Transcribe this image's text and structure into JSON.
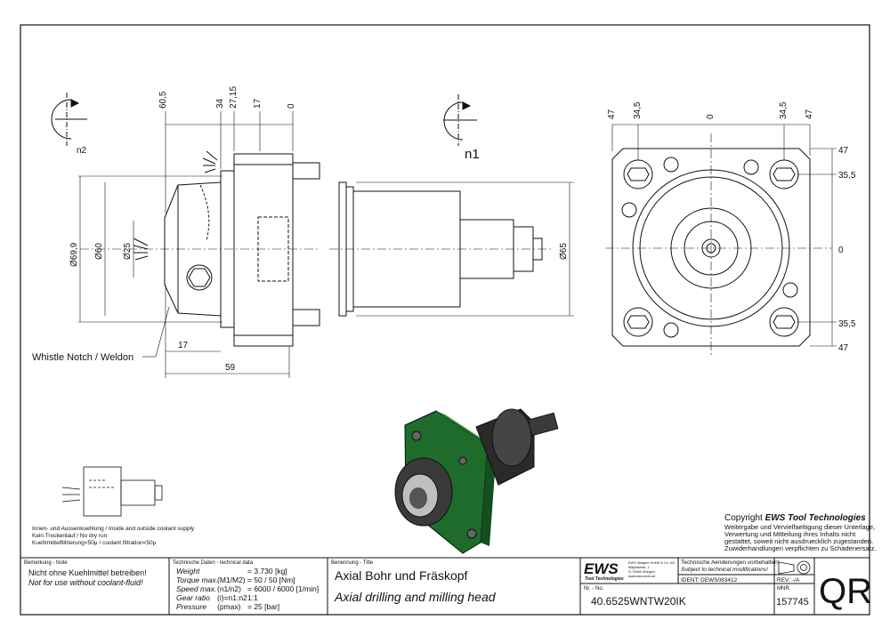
{
  "views": {
    "left": {
      "rotation_label": "n2",
      "dims_top": [
        "60,5",
        "34",
        "27,15",
        "17",
        "0"
      ],
      "dims_side": [
        "Ø69,9",
        "Ø60",
        "Ø25"
      ],
      "dim_17": "17",
      "dim_59": "59",
      "callout": "Whistle Notch / Weldon"
    },
    "middle": {
      "rotation_label": "n1",
      "dim_65": "Ø65"
    },
    "right": {
      "dims_top": [
        "47",
        "34,5",
        "0",
        "34,5",
        "47"
      ],
      "dims_right": [
        "47",
        "35,5",
        "0",
        "35,5",
        "47"
      ]
    }
  },
  "notes": {
    "line1": "Innen- und Aussenkuehlung / Inside and outside coolant supply",
    "line2": "Kein Trockenlauf / No dry run",
    "line3": "Kuehlmittelfiltrierung<50µ / coolant filtration<50µ"
  },
  "copyright": {
    "title_prefix": "Copyright ",
    "title_brand": "EWS Tool Technologies",
    "body": [
      "Weitergabe und Vervielfaeltigung dieser Unterlage,",
      "Verwertung und Mitteilung ihres Inhalts nicht",
      "gestattet, soweit nicht ausdruecklich zugestanden.",
      "Zuwiderhandlungen verpflichten zu Schadenersatz."
    ]
  },
  "title_block": {
    "remark_label": "Bemerkung - Note",
    "remark_de": "Nicht ohne Kuehlmittel betreiben!",
    "remark_en": "Not for use without coolant-fluid!",
    "tech_label": "Technische Daten - technical data",
    "tech_rows": [
      {
        "name": "Weight",
        "sym": "",
        "val": "3.730 [kg]"
      },
      {
        "name": "Torque max.",
        "sym": "(M1/M2)",
        "val": "50 / 50 [Nm]"
      },
      {
        "name": "Speed max.",
        "sym": "(n1/n2)",
        "val": "6000 / 6000 [1/min]"
      },
      {
        "name": "Gear ratio",
        "sym": "(i)=n1:n2",
        "val": "1:1"
      },
      {
        "name": "Pressure",
        "sym": "(pmax)",
        "val": "25 [bar]"
      }
    ],
    "title_label": "Benennung - Title",
    "title_de": "Axial Bohr und Fräskopf",
    "title_en": "Axial drilling and milling head",
    "logo_text": "EWS",
    "logo_sub": "Tool Technologies",
    "company_lines": [
      "EWS Weigele GmbH & Co. KG",
      "Maybachstr. 1",
      "D-73066 Uhingen",
      "www.ews-tools.de"
    ],
    "change_de": "Technische Aenderungen vorbehalten!",
    "change_en": "Subject to technical modifications!",
    "ident_label": "IDENT:",
    "ident_value": "DEWS083412",
    "rev_label": "REV.:",
    "rev_value": "-/A",
    "nr_label": "Nr. - No.",
    "nr_value": "40.6525WNTW20IK",
    "mnr_label": "MNR.",
    "mnr_value": "157745",
    "qr": "QR"
  }
}
